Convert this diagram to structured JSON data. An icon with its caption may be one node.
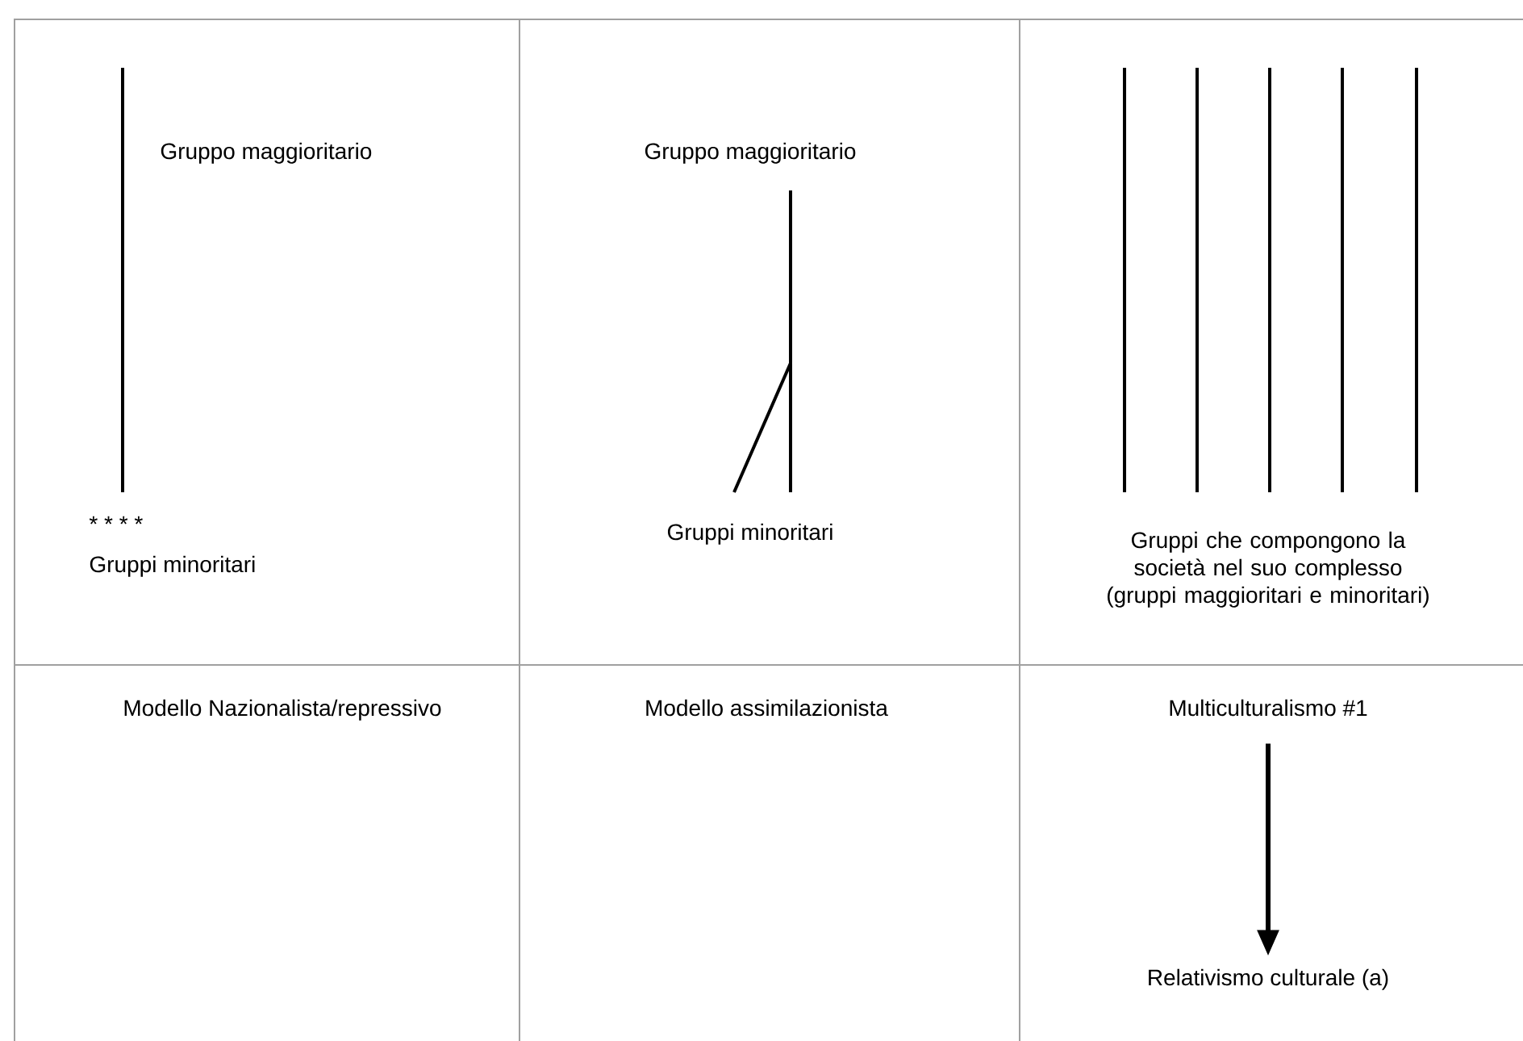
{
  "diagram": {
    "nodes": [
      {
        "text": [
          "Multiculturalismo #1"
        ]
      },
      {
        "text": [
          "Relativismo culturale (a)"
        ]
      }
    ],
    "edges": [
      {
        "from": 0,
        "to": 1,
        "arrow": "to"
      }
    ],
    "labels": [
      "Gruppo maggioritario",
      "Gruppo maggioritario",
      "* * * *",
      "Gruppi minoritari",
      "Gruppi minoritari",
      "Gruppi che compongono la società nel suo complesso (gruppi maggioritari e minoritari)",
      "Modello Nazionalista/repressivo",
      "Modello assimilazionista"
    ]
  }
}
